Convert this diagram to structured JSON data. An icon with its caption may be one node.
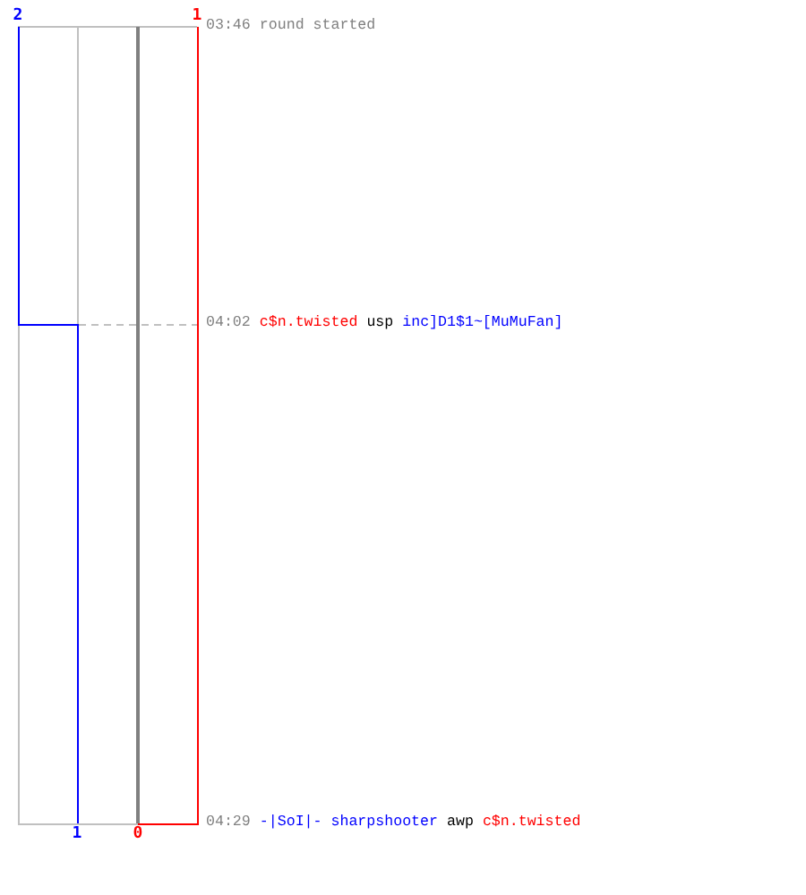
{
  "diagram": {
    "labels": [
      "2",
      "1",
      "03:46",
      "round started",
      "04:02",
      "c$n.twisted",
      "usp",
      "inc]D1$1~[MuMuFan]",
      "04:29",
      "-|SoI|- sharpshooter",
      "awp",
      "c$n.twisted",
      "1",
      "0"
    ]
  }
}
